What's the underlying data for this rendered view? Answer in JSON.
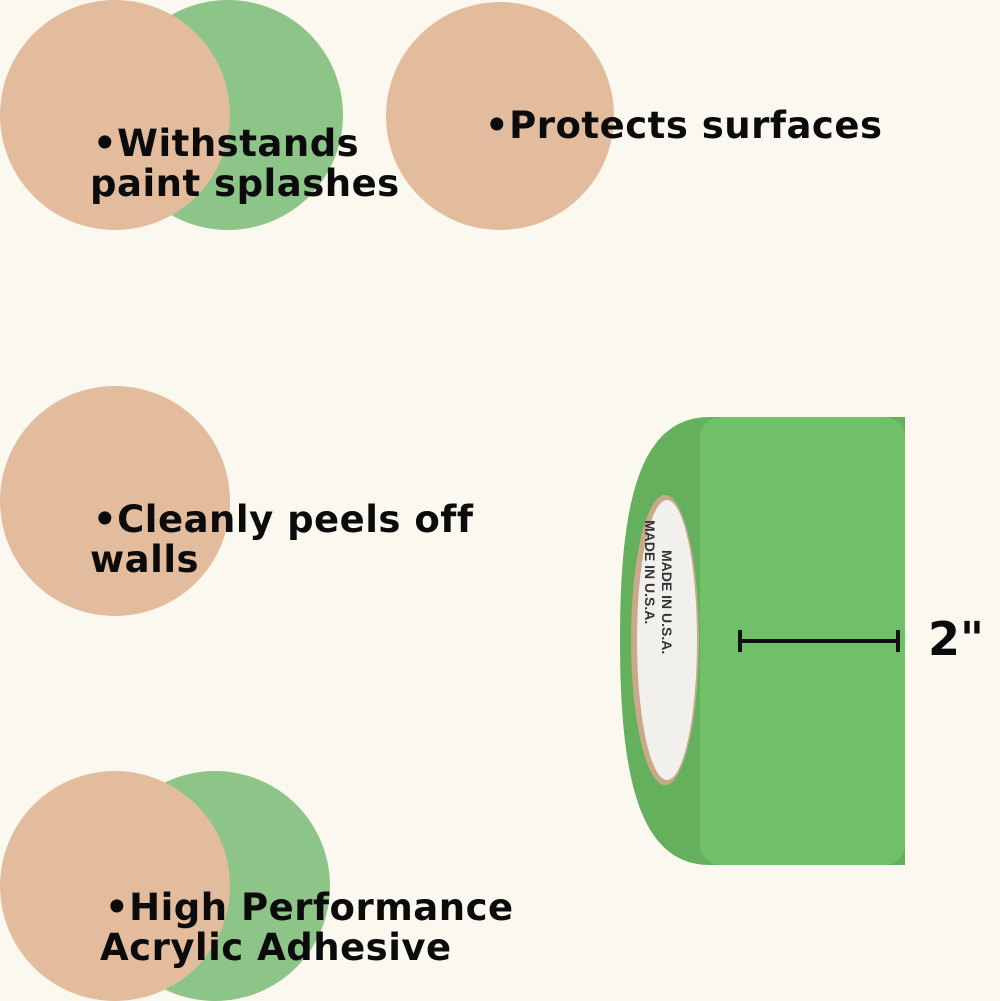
{
  "features": [
    {
      "line1": "•Withstands",
      "line2": "paint splashes"
    },
    {
      "line1": "•Protects surfaces"
    },
    {
      "line1": "•Cleanly peels off",
      "line2": "walls"
    },
    {
      "line1": "•High Performance",
      "line2": "Acrylic Adhesive"
    }
  ],
  "product": {
    "width_label": "2\"",
    "core_print": "MADE IN U.S.A.",
    "tape_color": "#70bf69"
  },
  "colors": {
    "peach": "#e3bc9d",
    "green": "#8dc487",
    "background": "#fbf9ef"
  }
}
